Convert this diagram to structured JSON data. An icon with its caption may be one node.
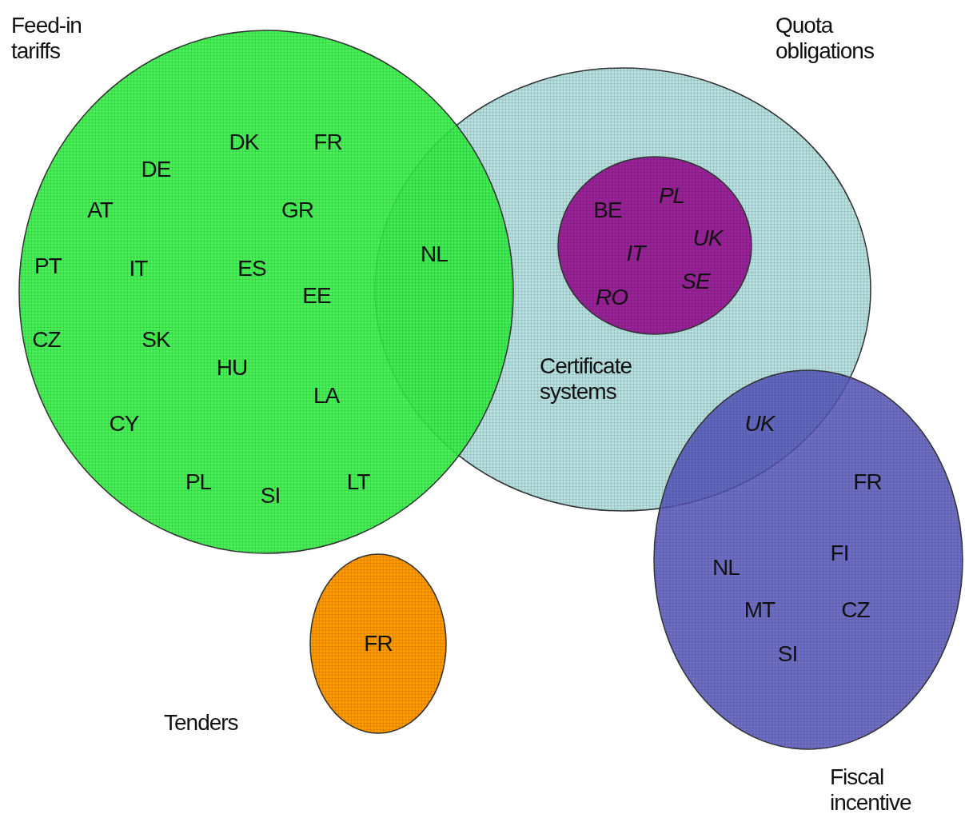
{
  "diagram": {
    "nodes": [
      {
        "text": [
          "Feed-in tariffs",
          "DK",
          "FR",
          "DE",
          "AT",
          "GR",
          "PT",
          "IT",
          "ES",
          "EE",
          "CZ",
          "SK",
          "HU",
          "LA",
          "CY",
          "PL",
          "SI",
          "LT"
        ]
      },
      {
        "text": [
          "Quota obligations"
        ]
      },
      {
        "text": [
          "BE",
          "*PL*",
          "*IT*",
          "*UK*",
          "*RO*",
          "*SE*"
        ],
        "in": 1,
        "beside": [
          "Certificate systems"
        ]
      },
      {
        "text": [
          "FR",
          "NL",
          "FI",
          "MT",
          "CZ",
          "SI",
          "Fiscal incentive"
        ]
      },
      {
        "text": [
          "FR",
          "Tenders"
        ]
      }
    ],
    "labels": [
      "NL",
      "*UK*"
    ]
  }
}
